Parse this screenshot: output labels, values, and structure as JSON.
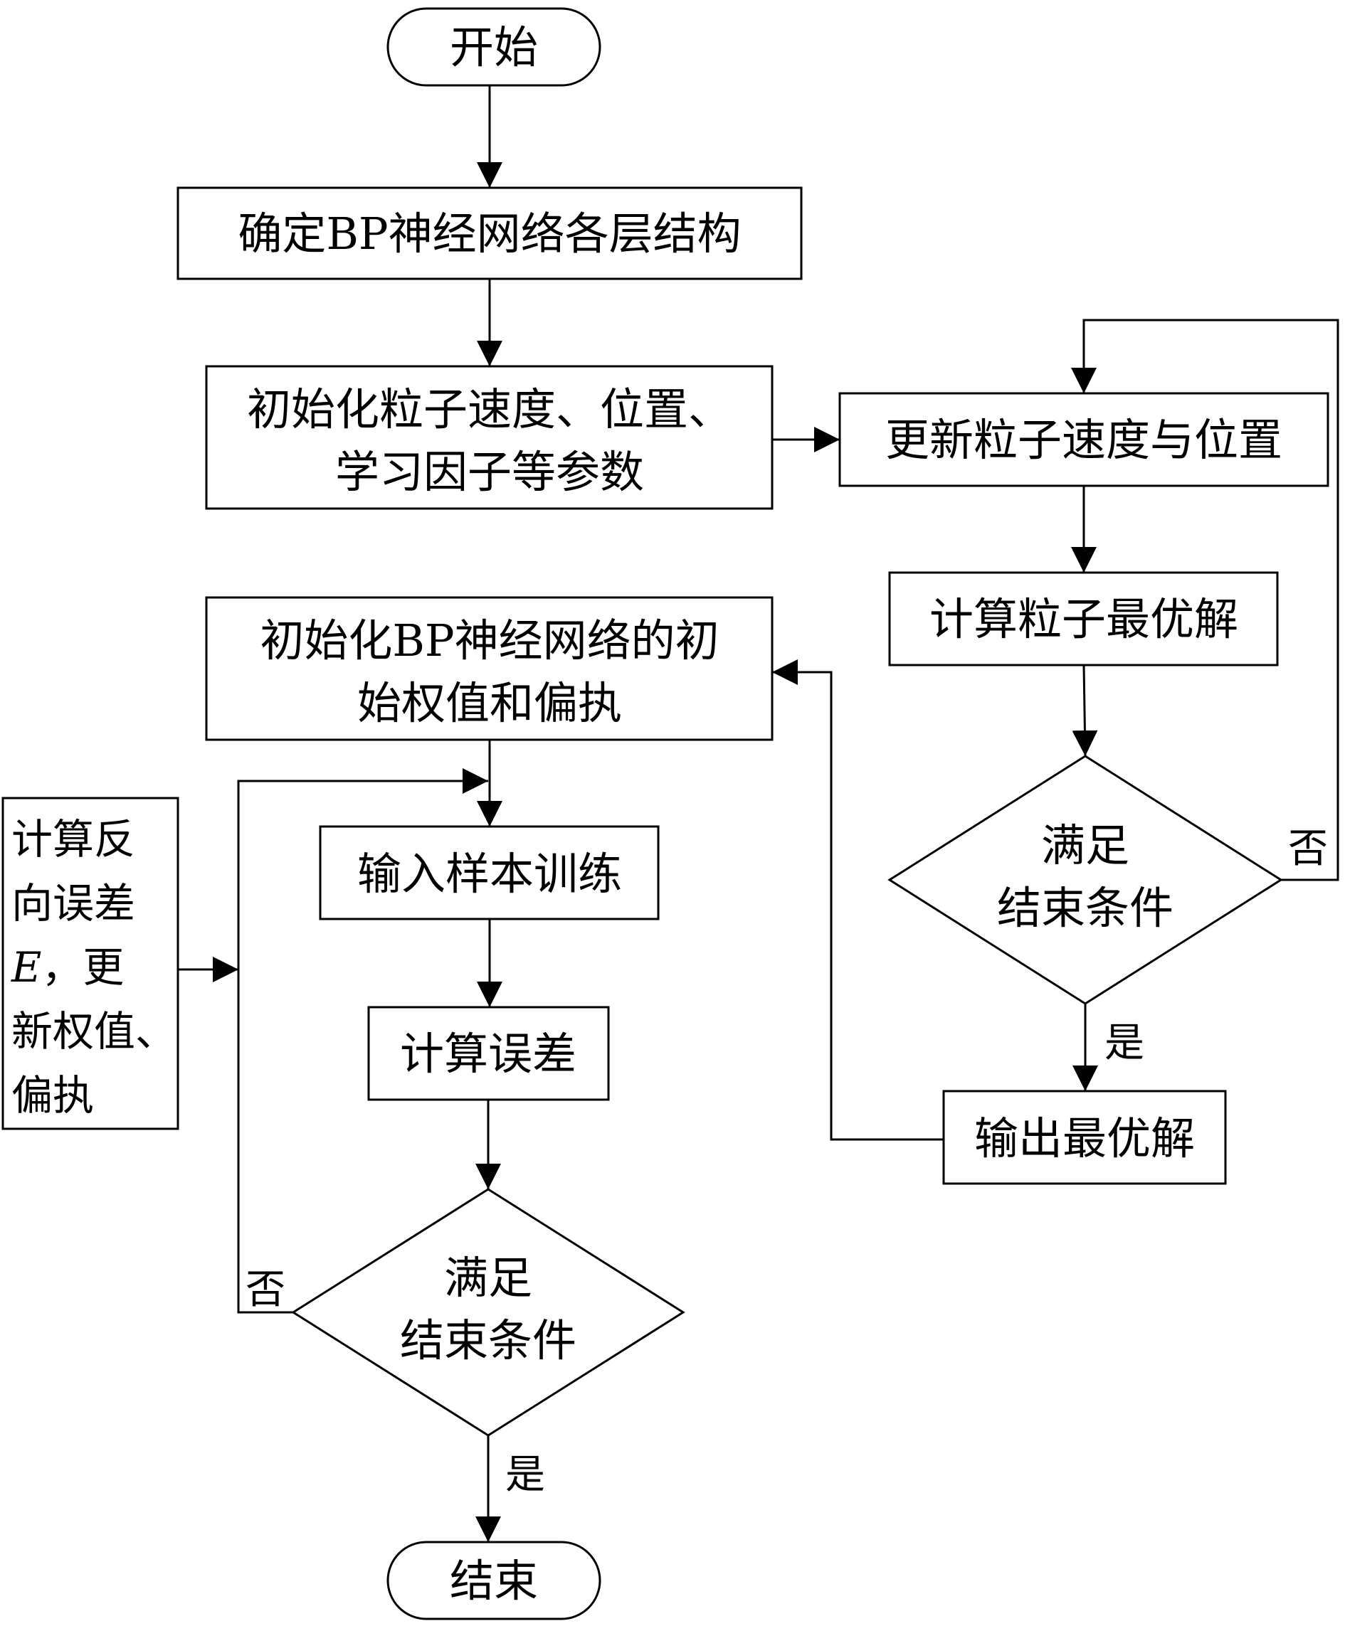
{
  "nodes": {
    "start": "开始",
    "determine_structure": "确定BP神经网络各层结构",
    "init_particles_line1": "初始化粒子速度、位置、",
    "init_particles_line2": "学习因子等参数",
    "update_particles": "更新粒子速度与位置",
    "compute_particle_best": "计算粒子最优解",
    "pso_condition_line1": "满足",
    "pso_condition_line2": "结束条件",
    "output_best": "输出最优解",
    "init_bp_line1": "初始化BP神经网络的初",
    "init_bp_line2": "始权值和偏执",
    "input_samples": "输入样本训练",
    "compute_error": "计算误差",
    "bp_condition_line1": "满足",
    "bp_condition_line2": "结束条件",
    "backprop_line1": "计算反",
    "backprop_line2": "向误差",
    "backprop_line3_var": "E",
    "backprop_line3_rest": "，更",
    "backprop_line4": "新权值、",
    "backprop_line5": "偏执",
    "end": "结束"
  },
  "edge_labels": {
    "pso_no": "否",
    "pso_yes": "是",
    "bp_no": "否",
    "bp_yes": "是"
  }
}
